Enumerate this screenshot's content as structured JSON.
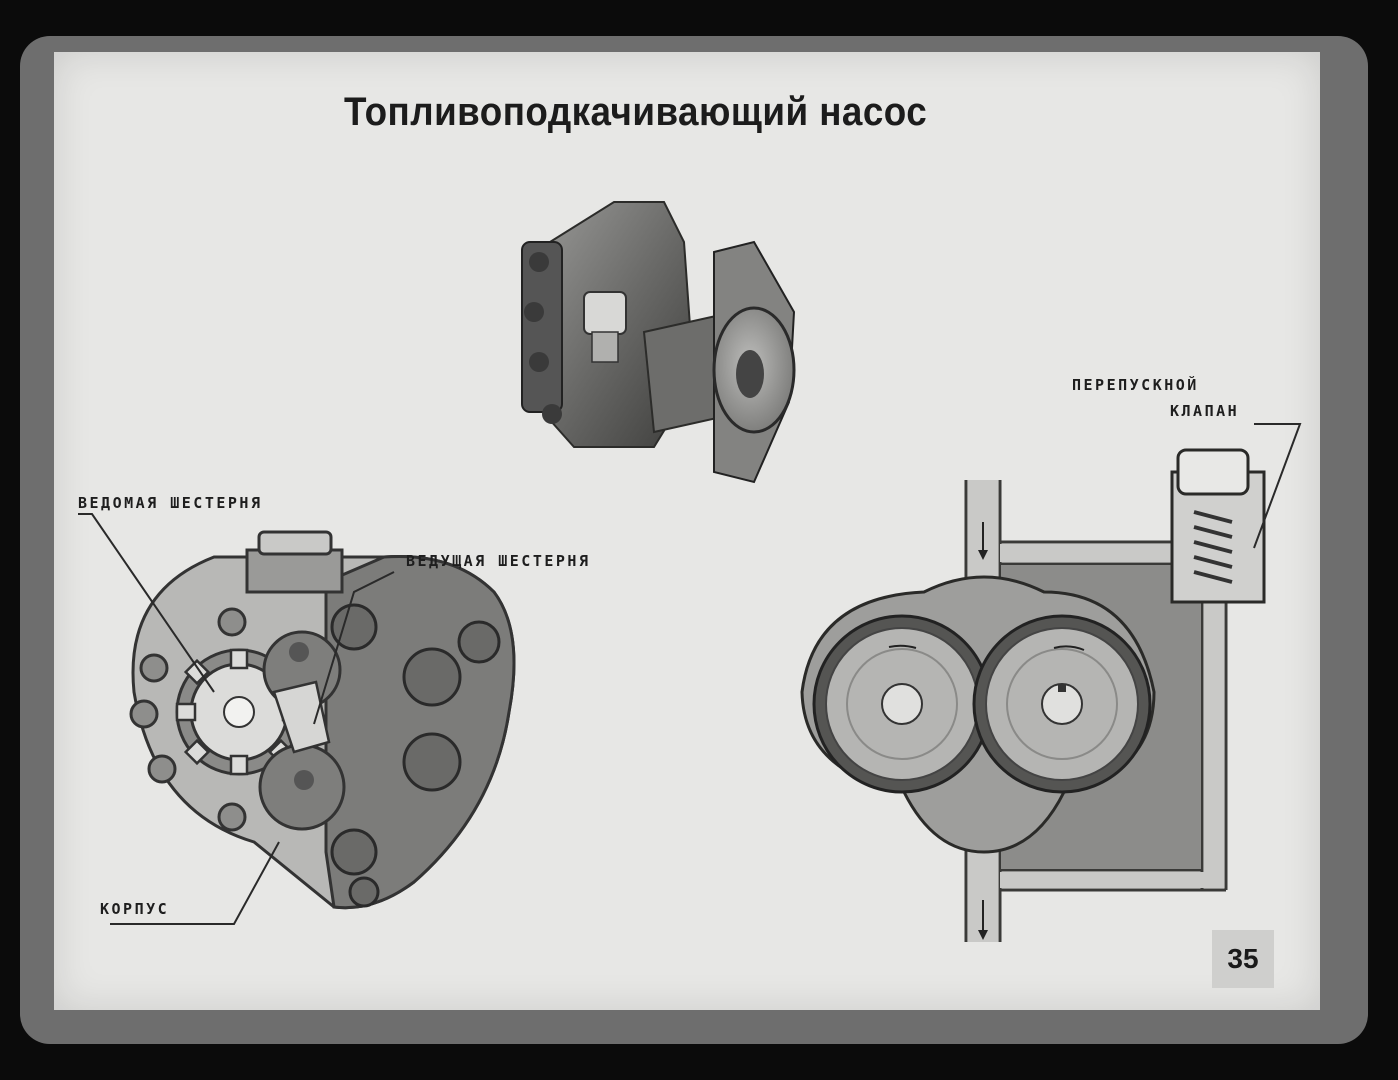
{
  "slide": {
    "title": "Топливоподкачивающий насос",
    "page_number": "35"
  },
  "labels": {
    "driven_gear": "ВЕДОМАЯ ШЕСТЕРНЯ",
    "drive_gear": "ВЕДУЩАЯ ШЕСТЕРНЯ",
    "housing": "КОРПУС",
    "bypass_valve_line1": "ПЕРЕПУСКНОЙ",
    "bypass_valve_line2": "КЛАПАН"
  }
}
